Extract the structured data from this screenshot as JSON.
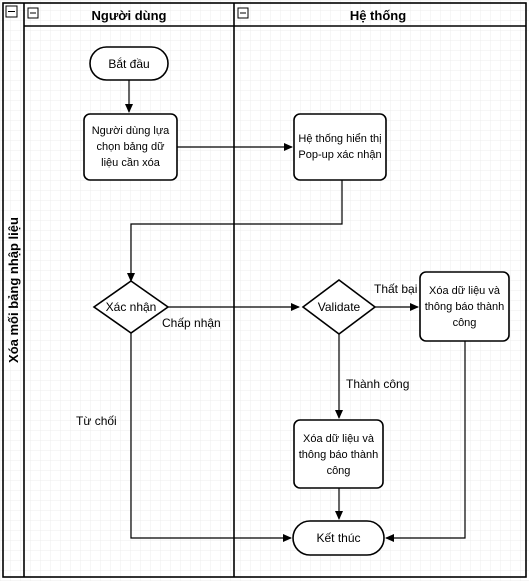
{
  "pool": {
    "title": "Xóa mối bảng nhập liệu",
    "lanes": [
      {
        "label": "Người dùng"
      },
      {
        "label": "Hệ thống"
      }
    ]
  },
  "nodes": {
    "start": "Bắt đầu",
    "user_select": [
      "Người dùng lựa",
      "chọn bảng dữ",
      "liệu cần xóa"
    ],
    "system_popup": [
      "Hệ thống hiển thị",
      "Pop-up xác nhận"
    ],
    "confirm": "Xác nhận",
    "validate": "Validate",
    "delete_fail": [
      "Xóa dữ liệu và",
      "thông báo thành",
      "công"
    ],
    "delete_success": [
      "Xóa dữ liệu và",
      "thông báo thành",
      "công"
    ],
    "end": "Kết thúc"
  },
  "edges": {
    "accept": "Chấp nhận",
    "reject": "Từ chối",
    "failed": "Thất bại",
    "success": "Thành công"
  },
  "colors": {
    "line": "#000000",
    "grid": "#e6e6e6",
    "fill": "#ffffff"
  }
}
